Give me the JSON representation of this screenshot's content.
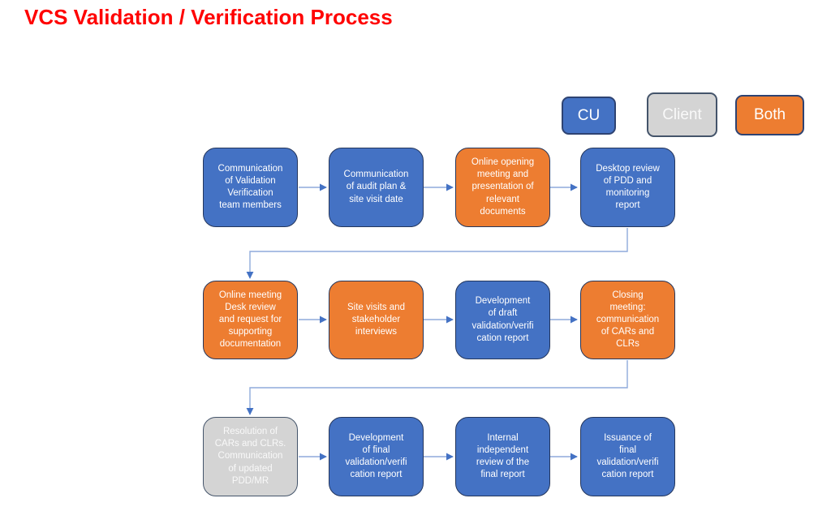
{
  "title": "VCS Validation / Verification Process",
  "legend": [
    {
      "label": "CU",
      "actor": "cu"
    },
    {
      "label": "Client",
      "actor": "client"
    },
    {
      "label": "Both",
      "actor": "both"
    }
  ],
  "colors": {
    "title": "#FF0000",
    "cu": "#4472C4",
    "client": "#D4D4D4",
    "both": "#ED7D31",
    "node_border": "#24365C",
    "connector_line": "#8FAADC",
    "arrowhead": "#4472C4",
    "background": "#FFFFFF"
  },
  "flow": {
    "rows": [
      {
        "boxes": [
          {
            "label": "Communication\nof Validation\nVerification\nteam members",
            "actor": "cu"
          },
          {
            "label": "Communication\nof audit plan &\nsite visit date",
            "actor": "cu"
          },
          {
            "label": "Online opening\nmeeting and\npresentation of\nrelevant\ndocuments",
            "actor": "both"
          },
          {
            "label": "Desktop review\nof PDD and\nmonitoring\nreport",
            "actor": "cu"
          }
        ]
      },
      {
        "boxes": [
          {
            "label": "Online meeting\nDesk review\nand request for\nsupporting\ndocumentation",
            "actor": "both"
          },
          {
            "label": "Site visits and\nstakeholder\ninterviews",
            "actor": "both"
          },
          {
            "label": "Development\nof draft\nvalidation/verifi\ncation report",
            "actor": "cu"
          },
          {
            "label": "Closing\nmeeting:\ncommunication\nof CARs and\nCLRs",
            "actor": "both"
          }
        ]
      },
      {
        "boxes": [
          {
            "label": "Resolution of\nCARs and CLRs.\nCommunication\nof updated\nPDD/MR",
            "actor": "client"
          },
          {
            "label": "Development\nof final\nvalidation/verifi\ncation report",
            "actor": "cu"
          },
          {
            "label": "Internal\nindependent\nreview of the\nfinal report",
            "actor": "cu"
          },
          {
            "label": "Issuance of\nfinal\nvalidation/verifi\ncation report",
            "actor": "cu"
          }
        ]
      }
    ],
    "edges": [
      "r1b1->r1b2",
      "r1b2->r1b3",
      "r1b3->r1b4",
      "r1b4->r2b1",
      "r2b1->r2b2",
      "r2b2->r2b3",
      "r2b3->r2b4",
      "r2b4->r3b1",
      "r3b1->r3b2",
      "r3b2->r3b3",
      "r3b3->r3b4"
    ]
  }
}
